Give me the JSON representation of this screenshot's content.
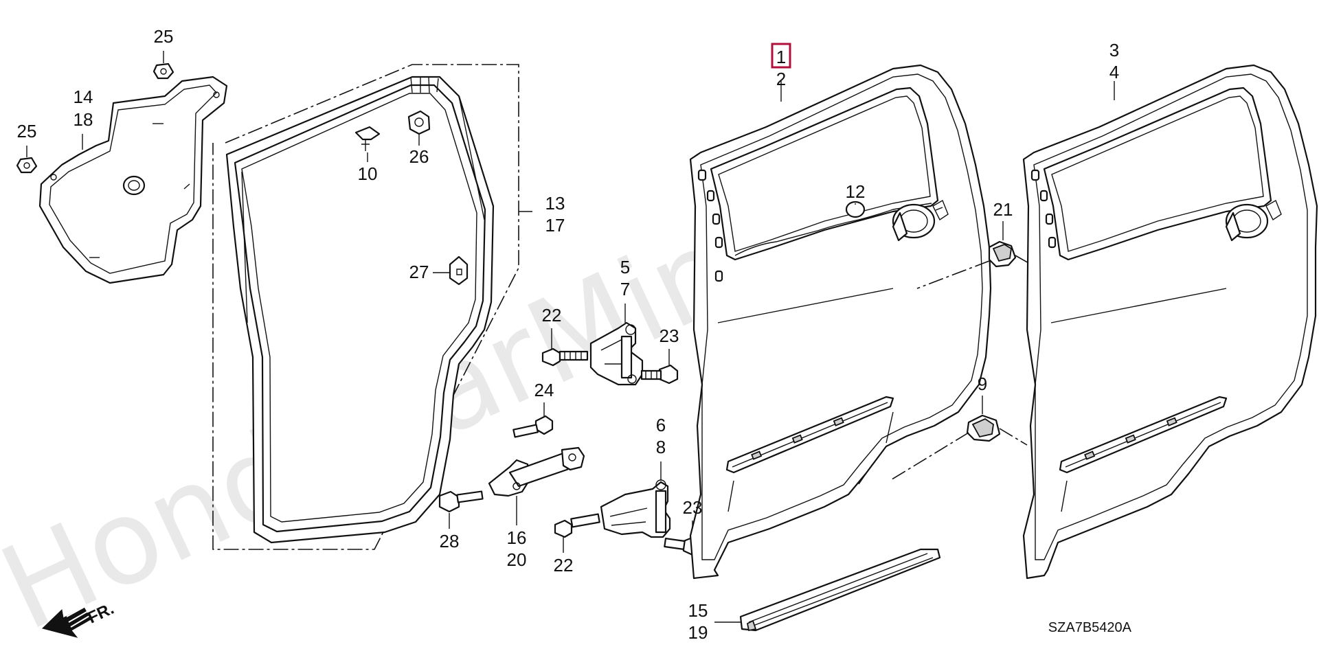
{
  "watermark": "HondaCarMine.ru",
  "direction_label": "FR.",
  "diagram_code": "SZA7B5420A",
  "highlight_color": "#b0103a",
  "callouts": {
    "c25a": "25",
    "c25b": "25",
    "c14": "14",
    "c18": "18",
    "c10": "10",
    "c26": "26",
    "c13": "13",
    "c17": "17",
    "c27": "27",
    "c5": "5",
    "c7": "7",
    "c22a": "22",
    "c23a": "23",
    "c24": "24",
    "c6": "6",
    "c8": "8",
    "c23b": "23",
    "c16": "16",
    "c20": "20",
    "c28": "28",
    "c22b": "22",
    "c1": "1",
    "c2": "2",
    "c12": "12",
    "c9": "9",
    "c21": "21",
    "c3": "3",
    "c4": "4",
    "c15": "15",
    "c19": "19"
  }
}
